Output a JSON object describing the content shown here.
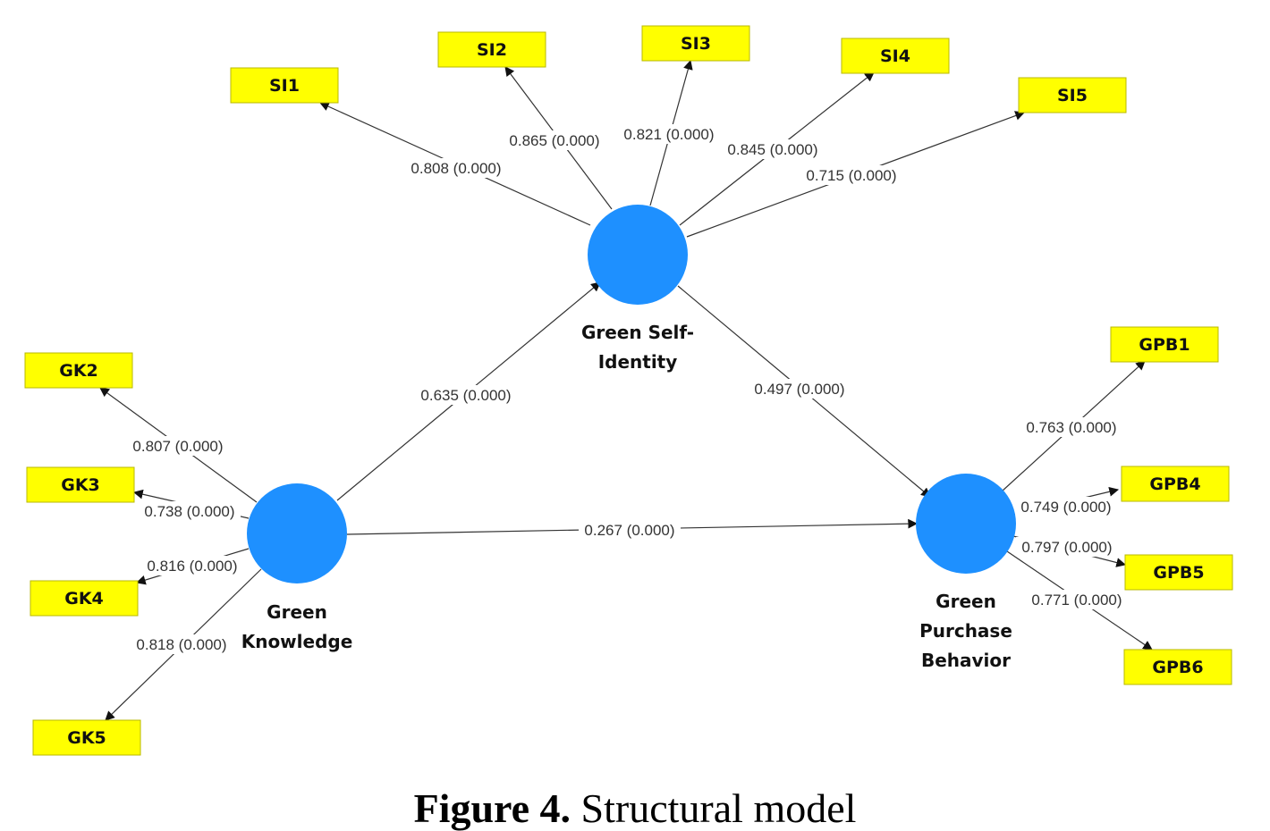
{
  "diagram": {
    "constructs": {
      "si": {
        "lines": [
          "Green Self-",
          "Identity"
        ]
      },
      "gk": {
        "lines": [
          "Green",
          "Knowledge"
        ]
      },
      "gpb": {
        "lines": [
          "Green",
          "Purchase",
          "Behavior"
        ]
      }
    },
    "indicators": {
      "SI1": "SI1",
      "SI2": "SI2",
      "SI3": "SI3",
      "SI4": "SI4",
      "SI5": "SI5",
      "GK2": "GK2",
      "GK3": "GK3",
      "GK4": "GK4",
      "GK5": "GK5",
      "GPB1": "GPB1",
      "GPB4": "GPB4",
      "GPB5": "GPB5",
      "GPB6": "GPB6"
    },
    "loadings": {
      "SI1": "0.808 (0.000)",
      "SI2": "0.865 (0.000)",
      "SI3": "0.821 (0.000)",
      "SI4": "0.845 (0.000)",
      "SI5": "0.715 (0.000)",
      "GK2": "0.807 (0.000)",
      "GK3": "0.738 (0.000)",
      "GK4": "0.816 (0.000)",
      "GK5": "0.818 (0.000)",
      "GPB1": "0.763 (0.000)",
      "GPB4": "0.749 (0.000)",
      "GPB5": "0.797 (0.000)",
      "GPB6": "0.771 (0.000)"
    },
    "paths": {
      "gk_si": "0.635 (0.000)",
      "si_gpb": "0.497 (0.000)",
      "gk_gpb": "0.267 (0.000)"
    },
    "colors": {
      "construct": "#1e90ff",
      "indicator": "#ffff00"
    }
  },
  "caption": {
    "bold": "Figure 4.",
    "rest": " Structural model"
  }
}
